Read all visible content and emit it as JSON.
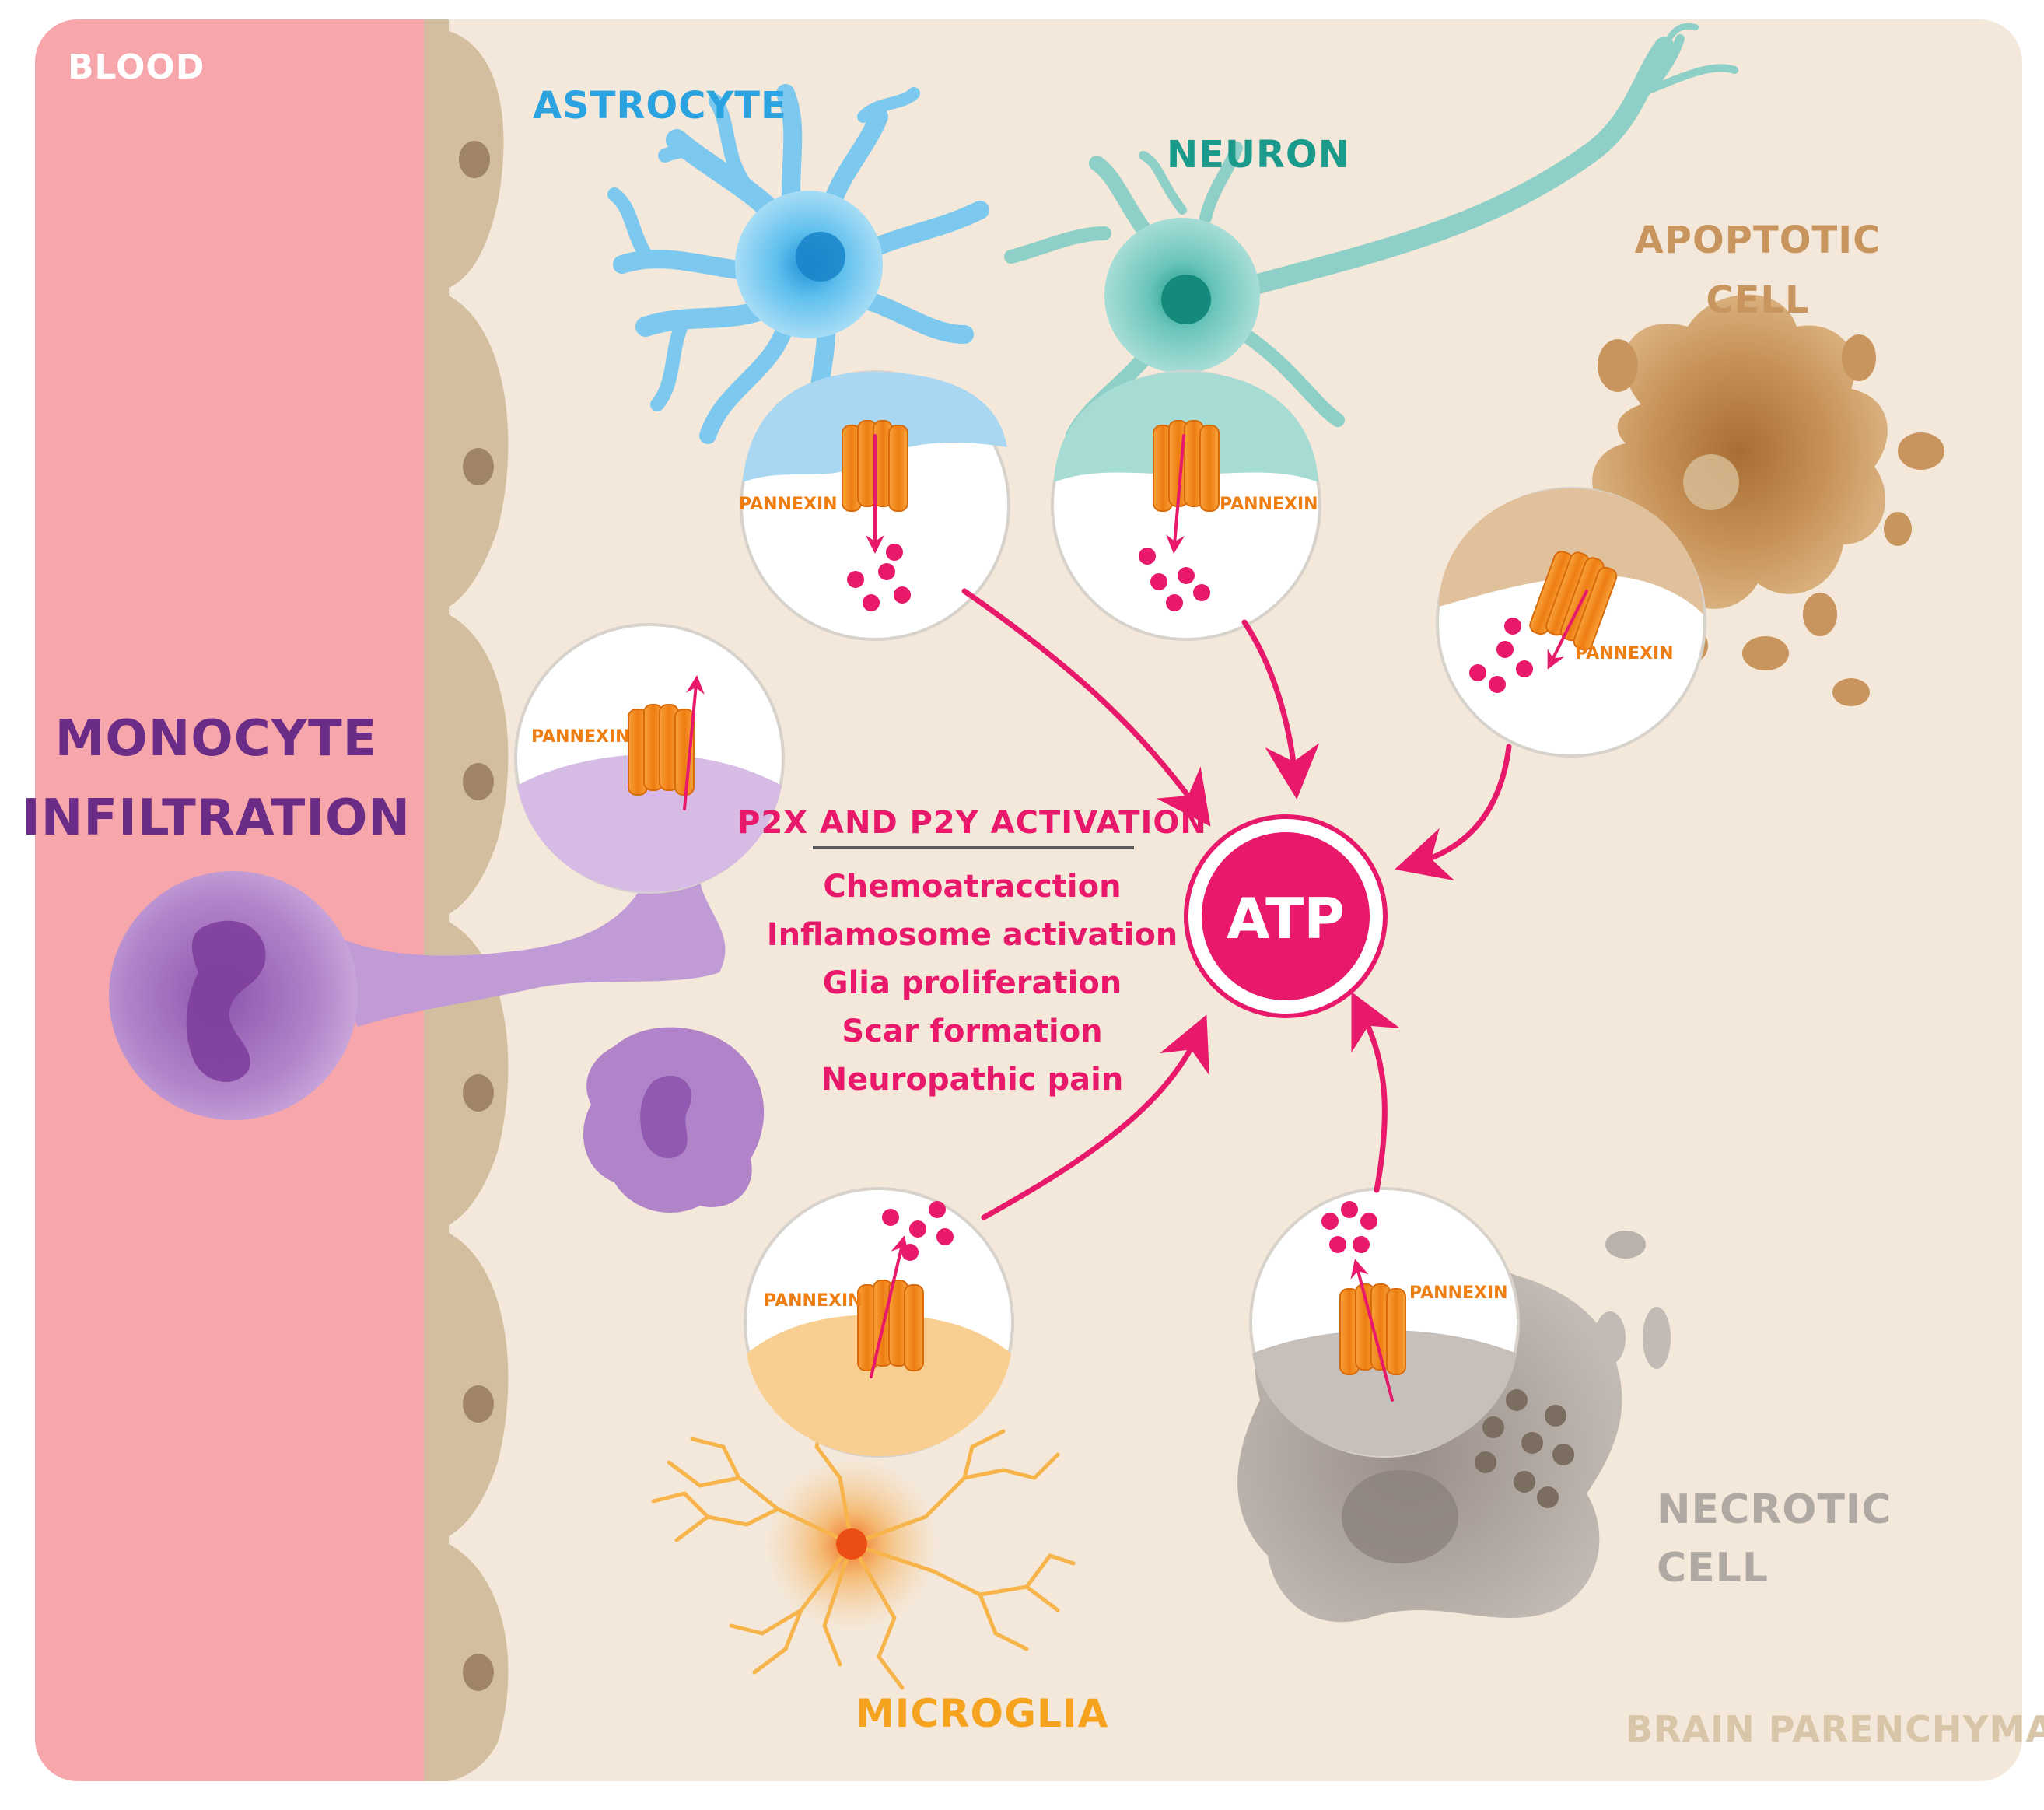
{
  "regions": {
    "blood": "BLOOD",
    "brain_parenchyma": "BRAIN PARENCHYMA"
  },
  "cells": {
    "astrocyte": "ASTROCYTE",
    "neuron": "NEURON",
    "apoptotic_line1": "APOPTOTIC",
    "apoptotic_line2": "CELL",
    "necrotic_line1": "NECROTIC",
    "necrotic_line2": "CELL",
    "microglia": "MICROGLIA",
    "monocyte_line1": "MONOCYTE",
    "monocyte_line2": "INFILTRATION"
  },
  "channel_label": "PANNEXIN",
  "center_molecule": "ATP",
  "activation": {
    "heading": "P2X AND P2Y ACTIVATION",
    "effects": [
      "Chemoatracction",
      "Inflamosome activation",
      "Glia proliferation",
      "Scar formation",
      "Neuropathic pain"
    ]
  },
  "colors": {
    "blood": "#f7a6ab",
    "parenchyma": "#f4e8da",
    "endothelium": "#d3bf9f",
    "astrocyte": "#41b0e4",
    "neuron": "#1a9a8a",
    "apoptotic": "#c9955e",
    "necrotic": "#b0a8a2",
    "microglia": "#f5a21f",
    "monocyte": "#6a2c86",
    "accent": "#e8196b",
    "pannexin": "#f28c1c"
  }
}
